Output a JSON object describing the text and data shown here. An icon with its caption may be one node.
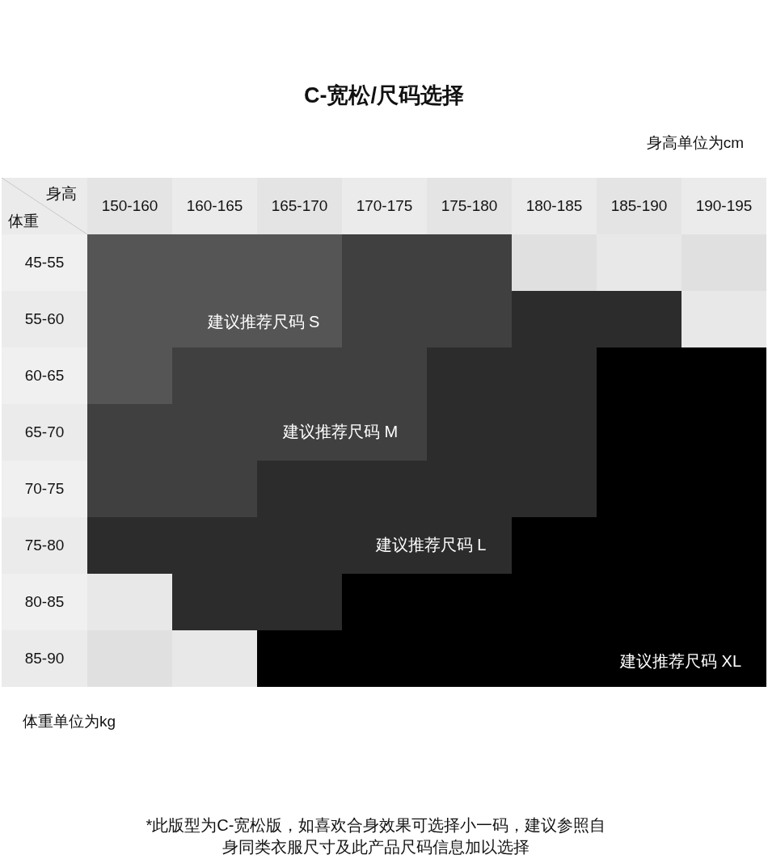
{
  "diagram": {
    "title": "C-宽松/尺码选择",
    "labels": [
      "身高单位为cm",
      "身高",
      "体重",
      "150-160",
      "160-165",
      "165-170",
      "170-175",
      "175-180",
      "180-185",
      "185-190",
      "190-195",
      "45-55",
      "55-60",
      "60-65",
      "65-70",
      "70-75",
      "75-80",
      "80-85",
      "85-90",
      "建议推荐尺码 S",
      "建议推荐尺码 M",
      "建议推荐尺码 L",
      "建议推荐尺码 XL",
      "体重单位为kg"
    ],
    "caption": "*此版型为C-宽松版，如喜欢合身效果可选择小一码，建议参照自身同类衣服尺寸及此产品尺码信息加以选择"
  }
}
